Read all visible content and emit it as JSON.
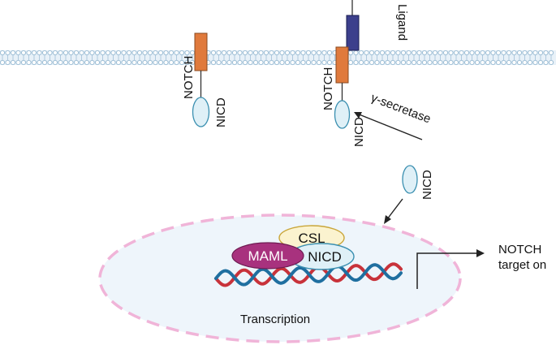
{
  "labels": {
    "ligand": "Ligand",
    "notch_left": "NOTCH",
    "nicd_left": "NICD",
    "notch_right": "NOTCH",
    "nicd_right": "NICD",
    "gamma_secretase": "γ-secretase",
    "nicd_free": "NICD",
    "csl": "CSL",
    "maml": "MAML",
    "nicd_complex": "NICD",
    "transcription": "Transcription",
    "target_line1": "NOTCH",
    "target_line2": "target on"
  },
  "colors": {
    "membrane": "#9fbfd6",
    "membrane_fill": "#e8f1f8",
    "notch": "#e07a3c",
    "ligand": "#3c3f8c",
    "nicd_fill": "#dff0f7",
    "nicd_stroke": "#3a8fb0",
    "nucleus_fill": "#eef5fb",
    "nucleus_dash": "#f0b4d8",
    "csl_fill": "#fbf3cf",
    "csl_stroke": "#c9a63a",
    "maml_fill": "#a8327e",
    "dna_red": "#c8323a",
    "dna_blue": "#1f6fa0"
  }
}
